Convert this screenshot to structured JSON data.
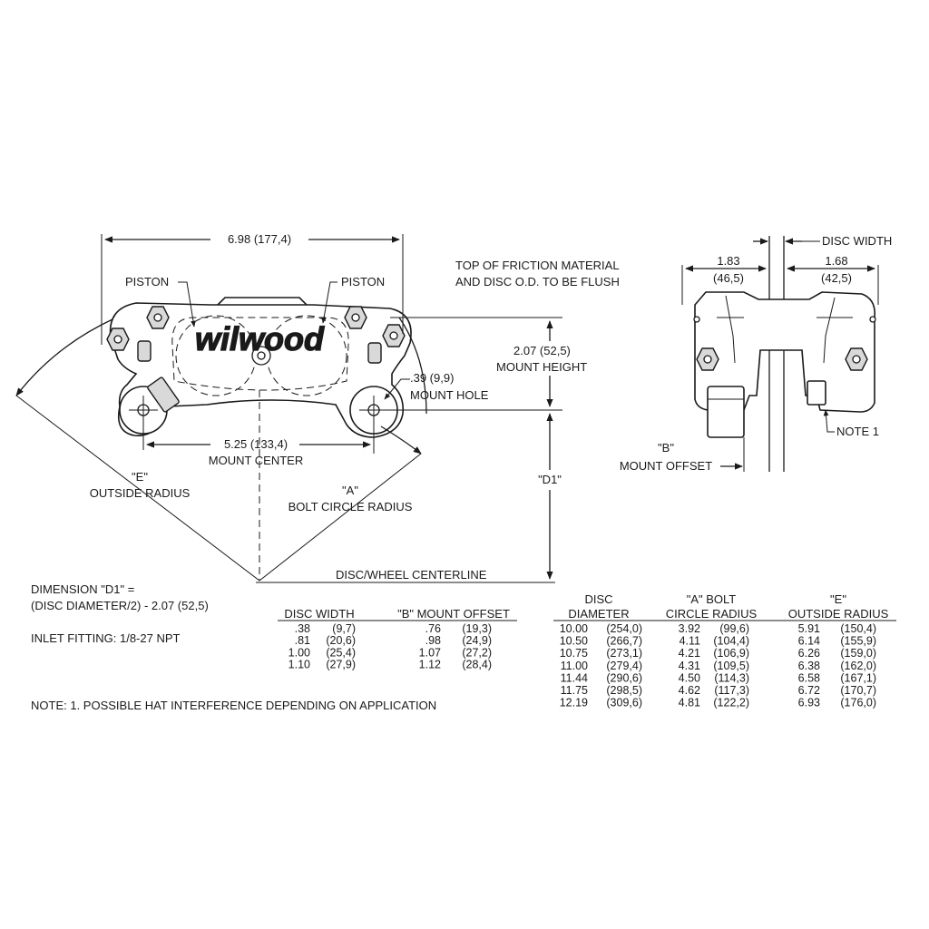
{
  "logo_text": "wilwood",
  "labels": {
    "overall_width": "6.98 (177,4)",
    "piston_left": "PISTON",
    "piston_right": "PISTON",
    "friction_line1": "TOP OF FRICTION MATERIAL",
    "friction_line2": "AND DISC O.D. TO BE FLUSH",
    "mount_height_value": "2.07 (52,5)",
    "mount_height_label": "MOUNT HEIGHT",
    "mount_hole_value": ".39 (9,9)",
    "mount_hole_label": "MOUNT HOLE",
    "mount_center_value": "5.25 (133,4)",
    "mount_center_label": "MOUNT CENTER",
    "e_quoted": "\"E\"",
    "e_label": "OUTSIDE RADIUS",
    "a_quoted": "\"A\"",
    "a_label": "BOLT CIRCLE RADIUS",
    "d1_quoted": "\"D1\"",
    "centerline": "DISC/WHEEL CENTERLINE",
    "disc_width_label": "DISC WIDTH",
    "dim_183": "1.83",
    "dim_183_mm": "(46,5)",
    "dim_168": "1.68",
    "dim_168_mm": "(42,5)",
    "note1_label": "NOTE 1",
    "b_quoted": "\"B\"",
    "b_label": "MOUNT OFFSET"
  },
  "notes": {
    "d1_line1": "DIMENSION \"D1\" =",
    "d1_line2": "(DISC DIAMETER/2) - 2.07 (52,5)",
    "inlet": "INLET FITTING: 1/8-27 NPT",
    "note": "NOTE: 1. POSSIBLE HAT INTERFERENCE DEPENDING ON APPLICATION"
  },
  "offset_table": {
    "headers": [
      "DISC WIDTH",
      "\"B\" MOUNT OFFSET"
    ],
    "rows": [
      [
        ".38",
        "(9,7)",
        ".76",
        "(19,3)"
      ],
      [
        ".81",
        "(20,6)",
        ".98",
        "(24,9)"
      ],
      [
        "1.00",
        "(25,4)",
        "1.07",
        "(27,2)"
      ],
      [
        "1.10",
        "(27,9)",
        "1.12",
        "(28,4)"
      ]
    ]
  },
  "disc_table": {
    "headers": [
      [
        "DISC",
        "DIAMETER"
      ],
      [
        "\"A\" BOLT",
        "CIRCLE RADIUS"
      ],
      [
        "\"E\"",
        "OUTSIDE RADIUS"
      ]
    ],
    "rows": [
      [
        "10.00",
        "(254,0)",
        "3.92",
        "(99,6)",
        "5.91",
        "(150,4)"
      ],
      [
        "10.50",
        "(266,7)",
        "4.11",
        "(104,4)",
        "6.14",
        "(155,9)"
      ],
      [
        "10.75",
        "(273,1)",
        "4.21",
        "(106,9)",
        "6.26",
        "(159,0)"
      ],
      [
        "11.00",
        "(279,4)",
        "4.31",
        "(109,5)",
        "6.38",
        "(162,0)"
      ],
      [
        "11.44",
        "(290,6)",
        "4.50",
        "(114,3)",
        "6.58",
        "(167,1)"
      ],
      [
        "11.75",
        "(298,5)",
        "4.62",
        "(117,3)",
        "6.72",
        "(170,7)"
      ],
      [
        "12.19",
        "(309,6)",
        "4.81",
        "(122,2)",
        "6.93",
        "(176,0)"
      ]
    ]
  }
}
